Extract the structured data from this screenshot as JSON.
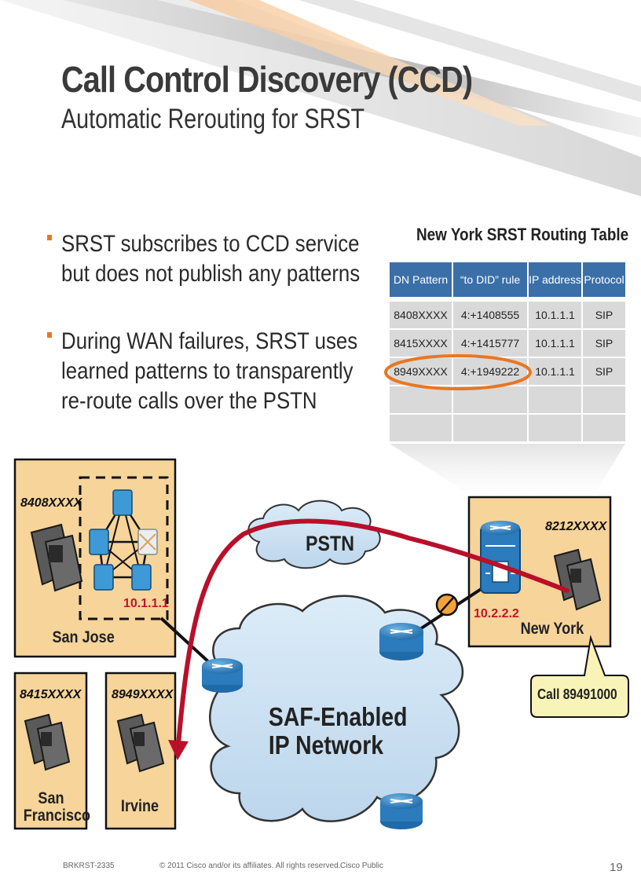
{
  "slide": {
    "title": "Call Control Discovery (CCD)",
    "subtitle": "Automatic Rerouting for SRST",
    "bullets": [
      {
        "line1": "SRST subscribes to CCD service",
        "line2": "but does not publish any patterns"
      },
      {
        "line1": "During WAN failures, SRST uses",
        "line2": "learned patterns to transparently",
        "line3": "re-route calls over the PSTN"
      }
    ]
  },
  "routing_table": {
    "title": "New York SRST Routing Table",
    "headers": [
      "DN Pattern",
      "“to DID” rule",
      "IP address",
      "Protocol"
    ],
    "rows": [
      [
        "8408XXXX",
        "4:+1408555",
        "10.1.1.1",
        "SIP"
      ],
      [
        "8415XXXX",
        "4:+1415777",
        "10.1.1.1",
        "SIP"
      ],
      [
        "8949XXXX",
        "4:+1949222",
        "10.1.1.1",
        "SIP"
      ],
      [
        "",
        "",
        "",
        ""
      ],
      [
        "",
        "",
        "",
        ""
      ]
    ],
    "highlight_color": "#e87722",
    "header_color": "#3b6fa8"
  },
  "diagram": {
    "sites": {
      "san_jose": {
        "dn": "8408XXXX",
        "name": "San Jose",
        "ip": "10.1.1.1"
      },
      "san_francisco": {
        "dn": "8415XXXX",
        "name_line1": "San",
        "name_line2": "Francisco"
      },
      "irvine": {
        "dn": "8949XXXX",
        "name": "Irvine"
      },
      "new_york": {
        "dn": "8212XXXX",
        "name": "New York",
        "ip": "10.2.2.2"
      }
    },
    "clouds": {
      "pstn": "PSTN",
      "saf_line1": "SAF-Enabled",
      "saf_line2": "IP Network"
    },
    "callout": "Call 89491000",
    "site_fill": "#f6d49a",
    "cloud_fill": "#cfe3f2",
    "call_path_color": "#b8102a",
    "icons": [
      "phone-icon",
      "router-icon",
      "cluster-server-icon",
      "srst-router-icon",
      "link-failure-icon"
    ]
  },
  "footer": {
    "session": "BRKRST-2335",
    "copyright": "© 2011 Cisco and/or its affiliates. All rights reserved.",
    "classification": "Cisco Public",
    "page": "19"
  }
}
